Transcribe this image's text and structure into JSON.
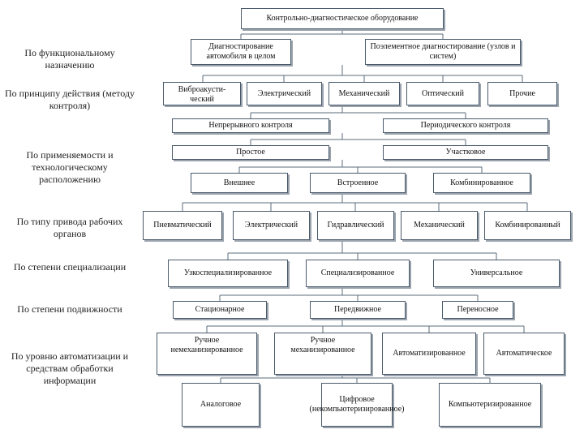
{
  "root": "Контрольно-диагностическое оборудование",
  "labels": {
    "functional": "По функциональному назначению",
    "principle": "По принципу действия (методу контроля)",
    "applicability": "По применяемости и технологическому расположению",
    "drive": "По типу привода рабочих органов",
    "specialization": "По степени специализации",
    "mobility": "По степени подвижности",
    "automation": "По уровню автоматизации и средствам обработки информации"
  },
  "nodes": {
    "diag_auto": "Диагностирование автомобиля в целом",
    "diag_element": "Поэлементное диагностирование (узлов и систем)",
    "vibro": "Виброакусти-ческий",
    "electric1": "Электрический",
    "mechanical1": "Механический",
    "optical": "Оптический",
    "other": "Прочие",
    "continuous": "Непрерывного контроля",
    "periodic": "Периодического контроля",
    "simple": "Простое",
    "area": "Участковое",
    "external": "Внешнее",
    "builtin": "Встроенное",
    "combined1": "Комбинированное",
    "pneumatic": "Пневматический",
    "electric2": "Электрический",
    "hydraulic": "Гидравлический",
    "mechanical2": "Механический",
    "combined2": "Комбинированный",
    "narrow": "Узкоспециализированное",
    "specialized": "Специализированное",
    "universal": "Универсальное",
    "stationary": "Стационарное",
    "movable": "Передвижное",
    "portable": "Переносное",
    "manual_nonmech": "Ручное немеханизированное",
    "manual_mech": "Ручное механизированное",
    "automated": "Автоматизированное",
    "automatic": "Автоматическое",
    "analog": "Аналоговое",
    "digital": "Цифровое (некомпьютеризированное)",
    "computerized": "Компьютеризированное"
  }
}
